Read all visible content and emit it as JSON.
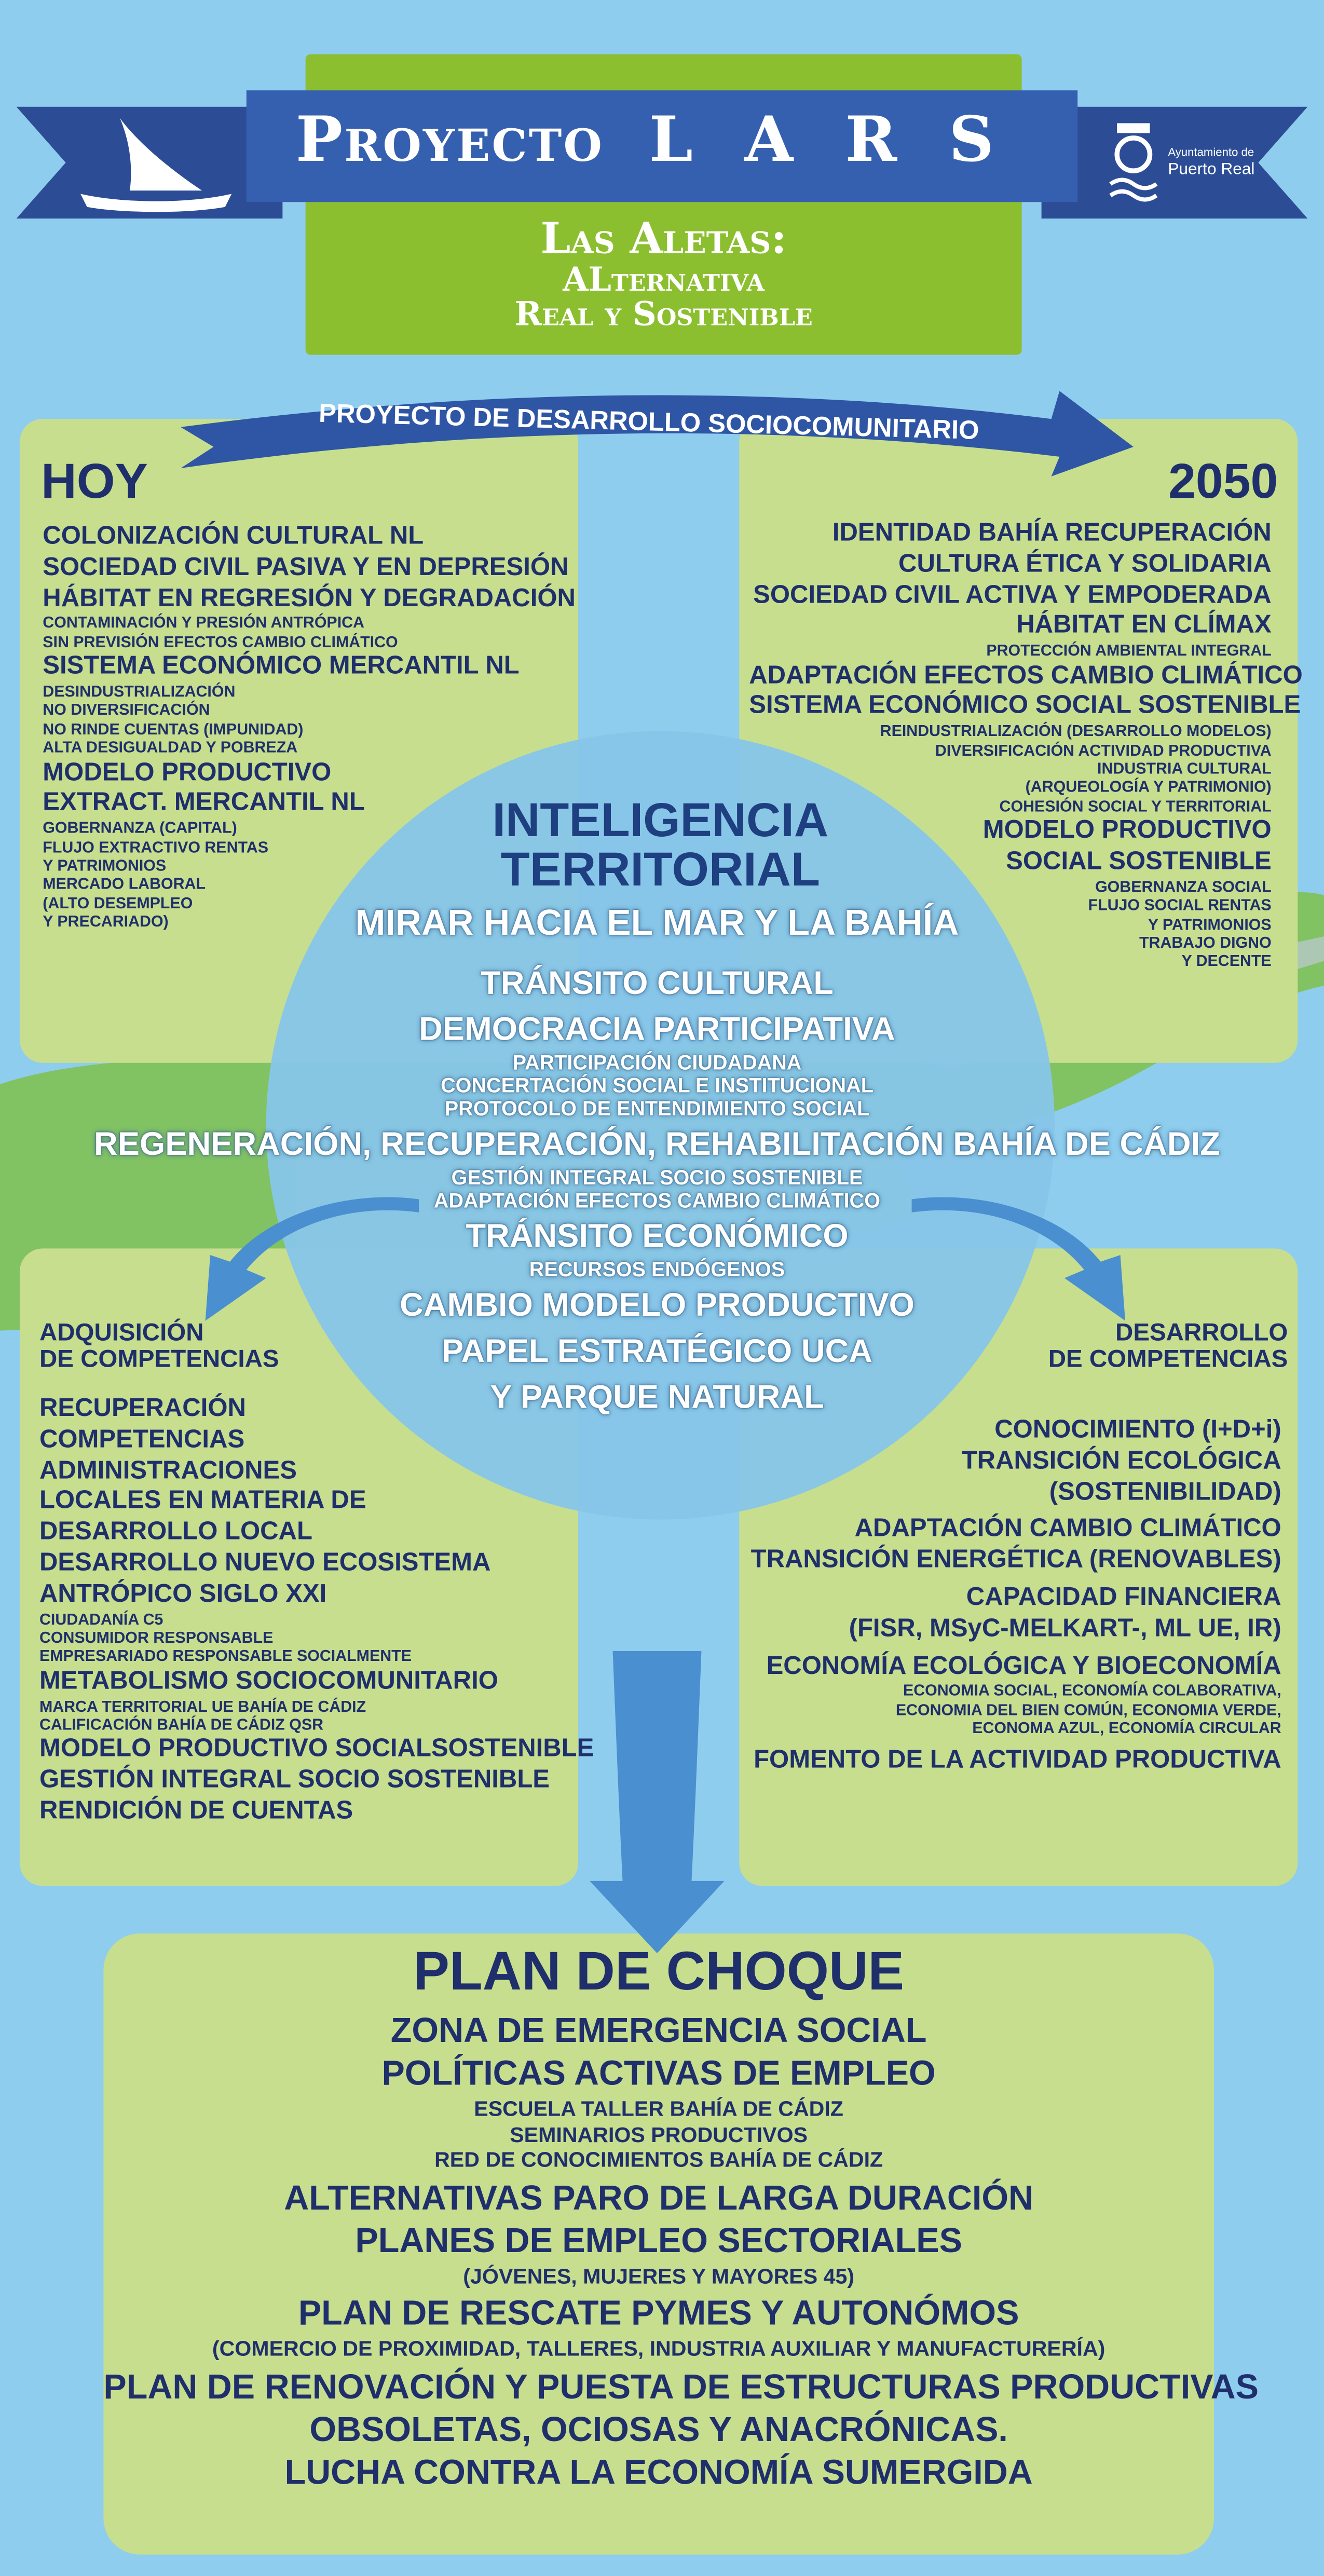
{
  "header": {
    "title_word": "Proyecto",
    "title_letters": [
      "L",
      "A",
      "R",
      "S"
    ],
    "logo_org_line1": "Ayuntamiento de",
    "logo_org_line2": "Puerto Real",
    "subtitle_line1": "Las Aletas:",
    "subtitle_line2": "ALternativa",
    "subtitle_line3": "Real y Sostenible"
  },
  "top_arrow_label": "PROYECTO DE DESARROLLO SOCIOCOMUNITARIO",
  "hoy": {
    "title": "HOY",
    "lines": [
      {
        "t": "COLONIZACIÓN CULTURAL NL",
        "s": "big"
      },
      {
        "t": "SOCIEDAD CIVIL PASIVA Y EN DEPRESIÓN",
        "s": "big"
      },
      {
        "t": "HÁBITAT EN REGRESIÓN Y DEGRADACIÓN",
        "s": "big"
      },
      {
        "t": "CONTAMINACIÓN Y PRESIÓN ANTRÓPICA",
        "s": "small"
      },
      {
        "t": "SIN PREVISIÓN EFECTOS CAMBIO CLIMÁTICO",
        "s": "small"
      },
      {
        "t": "SISTEMA ECONÓMICO MERCANTIL NL",
        "s": "big"
      },
      {
        "t": "DESINDUSTRIALIZACIÓN",
        "s": "small"
      },
      {
        "t": "NO DIVERSIFICACIÓN",
        "s": "small"
      },
      {
        "t": "NO RINDE CUENTAS (IMPUNIDAD)",
        "s": "small"
      },
      {
        "t": "ALTA DESIGUALDAD Y POBREZA",
        "s": "small"
      },
      {
        "t": "MODELO PRODUCTIVO",
        "s": "big"
      },
      {
        "t": "EXTRACT. MERCANTIL NL",
        "s": "big"
      },
      {
        "t": "GOBERNANZA (CAPITAL)",
        "s": "small"
      },
      {
        "t": "FLUJO EXTRACTIVO RENTAS",
        "s": "small"
      },
      {
        "t": "Y PATRIMONIOS",
        "s": "small"
      },
      {
        "t": "MERCADO LABORAL",
        "s": "small"
      },
      {
        "t": "(ALTO DESEMPLEO",
        "s": "small"
      },
      {
        "t": "Y PRECARIADO)",
        "s": "small"
      }
    ]
  },
  "y2050": {
    "title": "2050",
    "lines": [
      {
        "t": "IDENTIDAD BAHÍA RECUPERACIÓN",
        "s": "big"
      },
      {
        "t": "CULTURA ÉTICA Y SOLIDARIA",
        "s": "big"
      },
      {
        "t": "SOCIEDAD CIVIL ACTIVA Y EMPODERADA",
        "s": "big"
      },
      {
        "t": "HÁBITAT EN CLÍMAX",
        "s": "big"
      },
      {
        "t": "PROTECCIÓN AMBIENTAL INTEGRAL",
        "s": "small"
      },
      {
        "t": "ADAPTACIÓN EFECTOS CAMBIO CLIMÁTICO",
        "s": "big"
      },
      {
        "t": "SISTEMA ECONÓMICO SOCIAL SOSTENIBLE",
        "s": "big"
      },
      {
        "t": "REINDUSTRIALIZACIÓN (DESARROLLO MODELOS)",
        "s": "small"
      },
      {
        "t": "DIVERSIFICACIÓN ACTIVIDAD PRODUCTIVA",
        "s": "small"
      },
      {
        "t": "INDUSTRIA CULTURAL",
        "s": "small"
      },
      {
        "t": "(ARQUEOLOGÍA Y PATRIMONIO)",
        "s": "small"
      },
      {
        "t": "COHESIÓN SOCIAL Y TERRITORIAL",
        "s": "small"
      },
      {
        "t": "MODELO PRODUCTIVO",
        "s": "big"
      },
      {
        "t": "SOCIAL SOSTENIBLE",
        "s": "big"
      },
      {
        "t": "GOBERNANZA SOCIAL",
        "s": "small"
      },
      {
        "t": "FLUJO SOCIAL RENTAS",
        "s": "small"
      },
      {
        "t": "Y PATRIMONIOS",
        "s": "small"
      },
      {
        "t": "TRABAJO DIGNO",
        "s": "small"
      },
      {
        "t": "Y DECENTE",
        "s": "small"
      }
    ]
  },
  "center": {
    "title_line1": "INTELIGENCIA",
    "title_line2": "TERRITORIAL",
    "subtitle": "MIRAR HACIA EL MAR Y LA BAHÍA",
    "lines": [
      {
        "t": "TRÁNSITO CULTURAL",
        "s": "c-big"
      },
      {
        "t": "DEMOCRACIA PARTICIPATIVA",
        "s": "c-big"
      },
      {
        "t": "PARTICIPACIÓN CIUDADANA",
        "s": "c-small"
      },
      {
        "t": "CONCERTACIÓN SOCIAL  E INSTITUCIONAL",
        "s": "c-small"
      },
      {
        "t": "PROTOCOLO DE ENTENDIMIENTO SOCIAL",
        "s": "c-small"
      },
      {
        "t": "REGENERACIÓN, RECUPERACIÓN, REHABILITACIÓN  BAHÍA DE CÁDIZ",
        "s": "c-big"
      },
      {
        "t": "GESTIÓN INTEGRAL SOCIO SOSTENIBLE",
        "s": "c-small"
      },
      {
        "t": "ADAPTACIÓN EFECTOS CAMBIO CLIMÁTICO",
        "s": "c-small"
      },
      {
        "t": "TRÁNSITO ECONÓMICO",
        "s": "c-big"
      },
      {
        "t": "RECURSOS ENDÓGENOS",
        "s": "c-small"
      },
      {
        "t": "CAMBIO MODELO PRODUCTIVO",
        "s": "c-big"
      },
      {
        "t": "PAPEL ESTRATÉGICO UCA",
        "s": "c-big"
      },
      {
        "t": "Y PARQUE NATURAL",
        "s": "c-big"
      }
    ]
  },
  "adquisicion": {
    "title_line1": "ADQUISICIÓN",
    "title_line2": "DE COMPETENCIAS",
    "lines": [
      {
        "t": "RECUPERACIÓN",
        "s": "big"
      },
      {
        "t": "COMPETENCIAS",
        "s": "big"
      },
      {
        "t": "ADMINISTRACIONES",
        "s": "big"
      },
      {
        "t": "LOCALES EN MATERIA DE",
        "s": "big"
      },
      {
        "t": "DESARROLLO LOCAL",
        "s": "big"
      },
      {
        "t": "DESARROLLO NUEVO ECOSISTEMA",
        "s": "big"
      },
      {
        "t": "ANTRÓPICO SIGLO XXI",
        "s": "big"
      },
      {
        "t": "CIUDADANÍA C5",
        "s": "small"
      },
      {
        "t": "CONSUMIDOR RESPONSABLE",
        "s": "small"
      },
      {
        "t": "EMPRESARIADO RESPONSABLE SOCIALMENTE",
        "s": "small"
      },
      {
        "t": "METABOLISMO SOCIOCOMUNITARIO",
        "s": "big"
      },
      {
        "t": "MARCA TERRITORIAL UE BAHÍA DE CÁDIZ",
        "s": "small"
      },
      {
        "t": "CALIFICACIÓN BAHÍA DE CÁDIZ QSR",
        "s": "small"
      },
      {
        "t": "MODELO PRODUCTIVO SOCIALSOSTENIBLE",
        "s": "big"
      },
      {
        "t": "GESTIÓN INTEGRAL SOCIO SOSTENIBLE",
        "s": "big"
      },
      {
        "t": "RENDICIÓN DE CUENTAS",
        "s": "big"
      }
    ]
  },
  "desarrollo": {
    "title_line1": "DESARROLLO",
    "title_line2": "DE COMPETENCIAS",
    "lines": [
      {
        "t": "CONOCIMIENTO (I+D+i)",
        "s": "big"
      },
      {
        "t": "TRANSICIÓN ECOLÓGICA",
        "s": "big"
      },
      {
        "t": "(SOSTENIBILIDAD)",
        "s": "big"
      },
      {
        "t": "ADAPTACIÓN CAMBIO CLIMÁTICO",
        "s": "big"
      },
      {
        "t": "TRANSICIÓN ENERGÉTICA (RENOVABLES)",
        "s": "big"
      },
      {
        "t": "CAPACIDAD FINANCIERA",
        "s": "big"
      },
      {
        "t": "(FISR, MSyC-MELKART-, ML UE, IR)",
        "s": "big"
      },
      {
        "t": "ECONOMÍA ECOLÓGICA Y BIOECONOMÍA",
        "s": "big"
      },
      {
        "t": "ECONOMIA SOCIAL, ECONOMÍA COLABORATIVA,",
        "s": "small"
      },
      {
        "t": "ECONOMIA DEL BIEN COMÚN, ECONOMIA VERDE,",
        "s": "small"
      },
      {
        "t": "ECONOMA AZUL, ECONOMÍA CIRCULAR",
        "s": "small"
      },
      {
        "t": "FOMENTO DE LA ACTIVIDAD PRODUCTIVA",
        "s": "big"
      }
    ]
  },
  "plan": {
    "title": "PLAN DE CHOQUE",
    "lines": [
      {
        "t": "ZONA DE EMERGENCIA SOCIAL",
        "s": "p-big"
      },
      {
        "t": "POLÍTICAS ACTIVAS DE EMPLEO",
        "s": "p-big"
      },
      {
        "t": "ESCUELA TALLER BAHÍA DE CÁDIZ",
        "s": "p-small"
      },
      {
        "t": "SEMINARIOS PRODUCTIVOS",
        "s": "p-small"
      },
      {
        "t": "RED DE CONOCIMIENTOS BAHÍA DE CÁDIZ",
        "s": "p-small"
      },
      {
        "t": "ALTERNATIVAS PARO DE LARGA DURACIÓN",
        "s": "p-big"
      },
      {
        "t": "PLANES DE EMPLEO SECTORIALES",
        "s": "p-big"
      },
      {
        "t": "(JÓVENES, MUJERES Y MAYORES 45)",
        "s": "p-small"
      },
      {
        "t": "PLAN DE RESCATE PYMES Y AUTONÓMOS",
        "s": "p-big"
      },
      {
        "t": "(COMERCIO DE PROXIMIDAD, TALLERES, INDUSTRIA AUXILIAR Y MANUFACTURERÍA)",
        "s": "p-small"
      },
      {
        "t": "PLAN DE RENOVACIÓN Y PUESTA DE ESTRUCTURAS PRODUCTIVAS",
        "s": "p-big"
      },
      {
        "t": "OBSOLETAS, OCIOSAS Y ANACRÓNICAS.",
        "s": "p-big"
      },
      {
        "t": "LUCHA CONTRA LA ECONOMÍA SUMERGIDA",
        "s": "p-big"
      }
    ]
  },
  "colors": {
    "sky": "#8fcdee",
    "panel": "#c7de8e",
    "green": "#8cbf2f",
    "banner": "#2f56a5",
    "text": "#1f2f6b",
    "arrow": "#4a8fd0"
  }
}
